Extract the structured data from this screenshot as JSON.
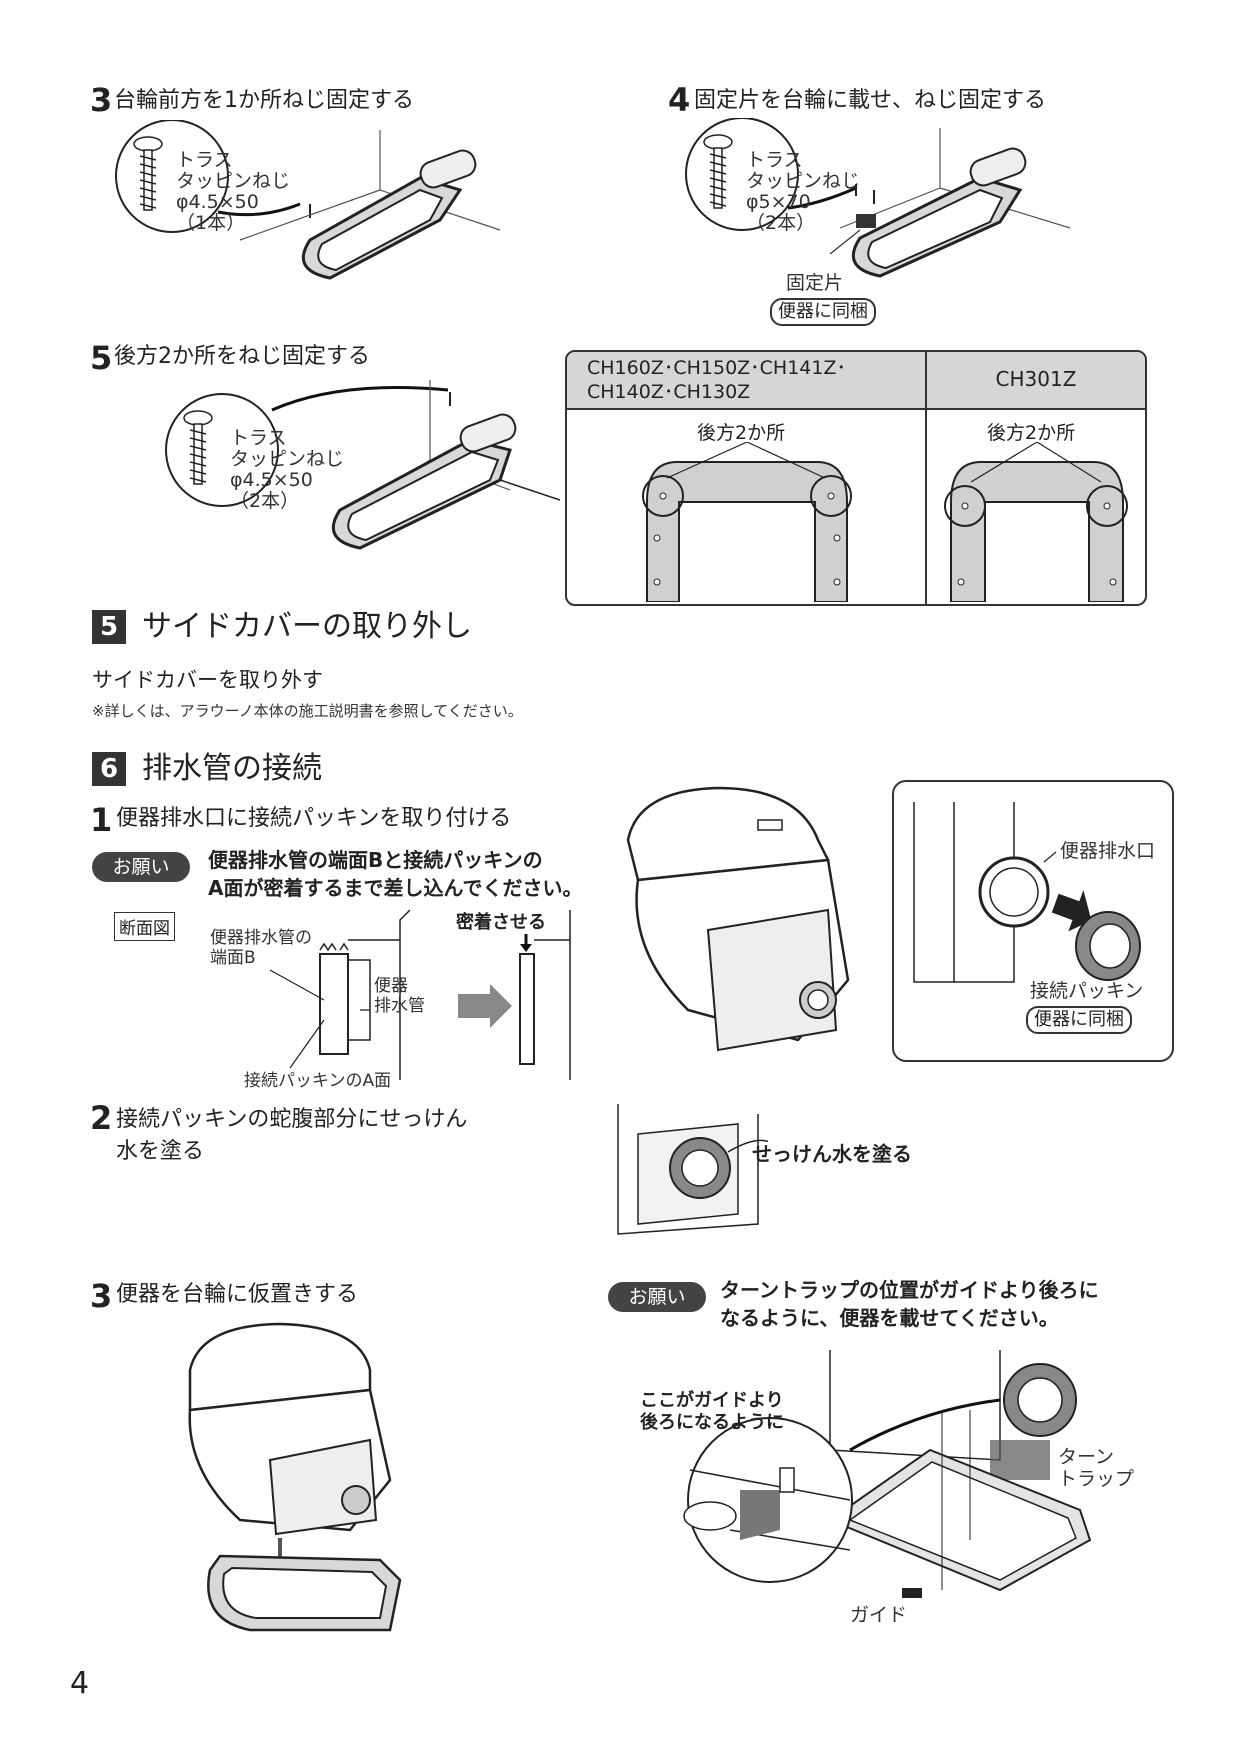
{
  "top": {
    "step3": {
      "num": "3",
      "text": "台輪前方を1か所ねじ固定する",
      "screw": [
        "トラス",
        "タッピンねじ",
        "φ4.5×50",
        "（1本）"
      ]
    },
    "step4": {
      "num": "4",
      "text": "固定片を台輪に載せ、ねじ固定する",
      "screw": [
        "トラス",
        "タッピンねじ",
        "φ5×70",
        "（2本）"
      ],
      "part": "固定片",
      "badge": "便器に同梱"
    },
    "step5": {
      "num": "5",
      "text": "後方2か所をねじ固定する",
      "screw": [
        "トラス",
        "タッピンねじ",
        "φ4.5×50",
        "（2本）"
      ]
    }
  },
  "table": {
    "col1_header": "CH160Z･CH150Z･CH141Z･\nCH140Z･CH130Z",
    "col2_header": "CH301Z",
    "col1_label": "後方2か所",
    "col2_label": "後方2か所"
  },
  "sec5": {
    "num": "5",
    "title": "サイドカバーの取り外し",
    "body": "サイドカバーを取り外す",
    "note": "※詳しくは、アラウーノ本体の施工説明書を参照してください。"
  },
  "sec6": {
    "num": "6",
    "title": "排水管の接続",
    "step1": {
      "num": "1",
      "text": "便器排水口に接続パッキンを取り付ける",
      "onegai": "お願い",
      "onegai_text": [
        "便器排水管の端面Bと接続パッキンの",
        "A面が密着するまで差し込んでください。"
      ],
      "section_label": "断面図",
      "labels": {
        "end_face": "便器排水管の\n端面B",
        "pipe": "便器\n排水管",
        "a_face": "接続パッキンのA面",
        "tight": "密着させる",
        "outlet": "便器排水口",
        "packing": "接続パッキン",
        "badge": "便器に同梱"
      }
    },
    "step2": {
      "num": "2",
      "text": [
        "接続パッキンの蛇腹部分にせっけん",
        "水を塗る"
      ],
      "label": "せっけん水を塗る"
    },
    "step3": {
      "num": "3",
      "text": "便器を台輪に仮置きする",
      "onegai": "お願い",
      "onegai_text": [
        "ターントラップの位置がガイドより後ろに",
        "なるように、便器を載せてください。"
      ],
      "guide_note": "ここがガイドより\n後ろになるように",
      "turn_trap": "ターン\nトラップ",
      "guide": "ガイド"
    }
  },
  "page_number": "4"
}
